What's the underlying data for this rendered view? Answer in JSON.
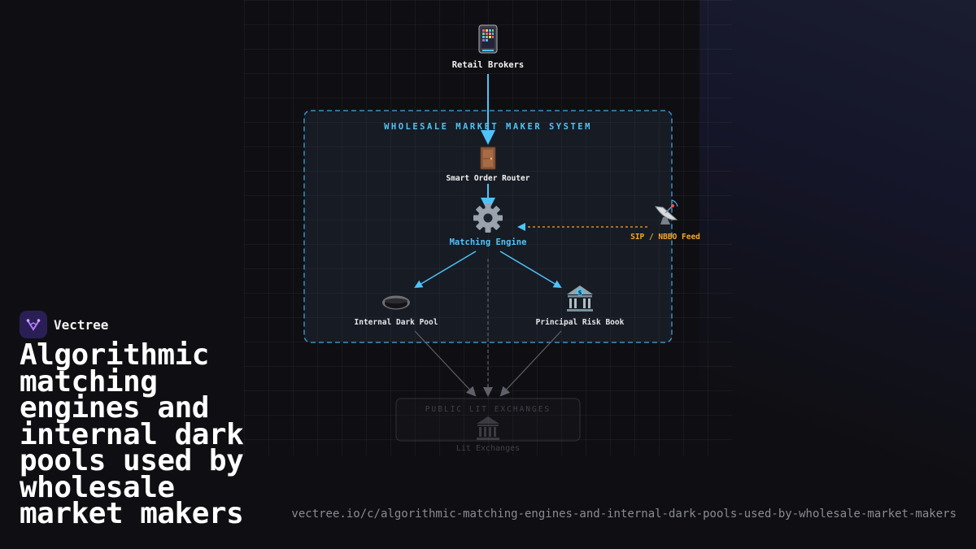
{
  "brand": {
    "name": "Vectree"
  },
  "title": "Algorithmic matching engines and internal dark pools used by wholesale market makers",
  "url": "vectree.io/c/algorithmic-matching-engines-and-internal-dark-pools-used-by-wholesale-market-makers",
  "colors": {
    "accent": "#4fc3f7",
    "feed": "#f5a623",
    "background": "#0f0f13"
  },
  "diagram": {
    "system_title": "WHOLESALE MARKET MAKER SYSTEM",
    "nodes": {
      "retail": {
        "label": "Retail Brokers",
        "icon": "mobile-phone-icon"
      },
      "router": {
        "label": "Smart Order Router",
        "icon": "door-icon"
      },
      "engine": {
        "label": "Matching Engine",
        "icon": "gear-icon"
      },
      "feed": {
        "label": "SIP / NBBO Feed",
        "icon": "satellite-icon"
      },
      "darkpool": {
        "label": "Internal Dark Pool",
        "icon": "hole-icon"
      },
      "riskbook": {
        "label": "Principal Risk Book",
        "icon": "bank-icon"
      },
      "lit": {
        "label": "Lit Exchanges",
        "icon": "classical-building-icon"
      }
    },
    "lit_title": "PUBLIC LIT EXCHANGES"
  }
}
